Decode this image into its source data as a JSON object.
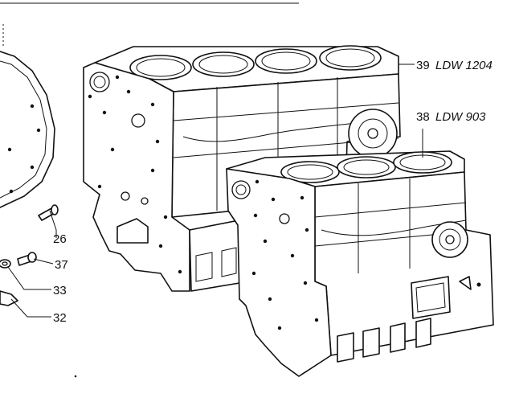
{
  "callouts": [
    {
      "number": "39",
      "model": "LDW 1204"
    },
    {
      "number": "38",
      "model": "LDW 903"
    },
    {
      "number": "26",
      "model": ""
    },
    {
      "number": "37",
      "model": ""
    },
    {
      "number": "33",
      "model": ""
    },
    {
      "number": "32",
      "model": ""
    }
  ]
}
